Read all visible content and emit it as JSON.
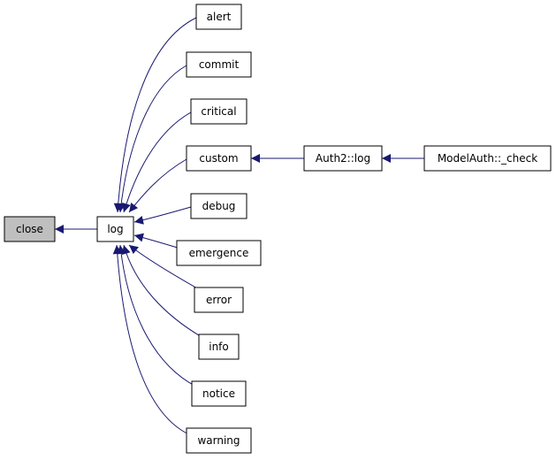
{
  "nodes": {
    "close": "close",
    "log": "log",
    "alert": "alert",
    "commit": "commit",
    "critical": "critical",
    "custom": "custom",
    "debug": "debug",
    "emergence": "emergence",
    "error": "error",
    "info": "info",
    "notice": "notice",
    "warning": "warning",
    "auth2_log": "Auth2::log",
    "modelauth_check": "ModelAuth::_check"
  },
  "colors": {
    "edge": "#191970",
    "focus_fill": "#bfbfbf",
    "node_fill": "#ffffff",
    "border": "#000000"
  }
}
